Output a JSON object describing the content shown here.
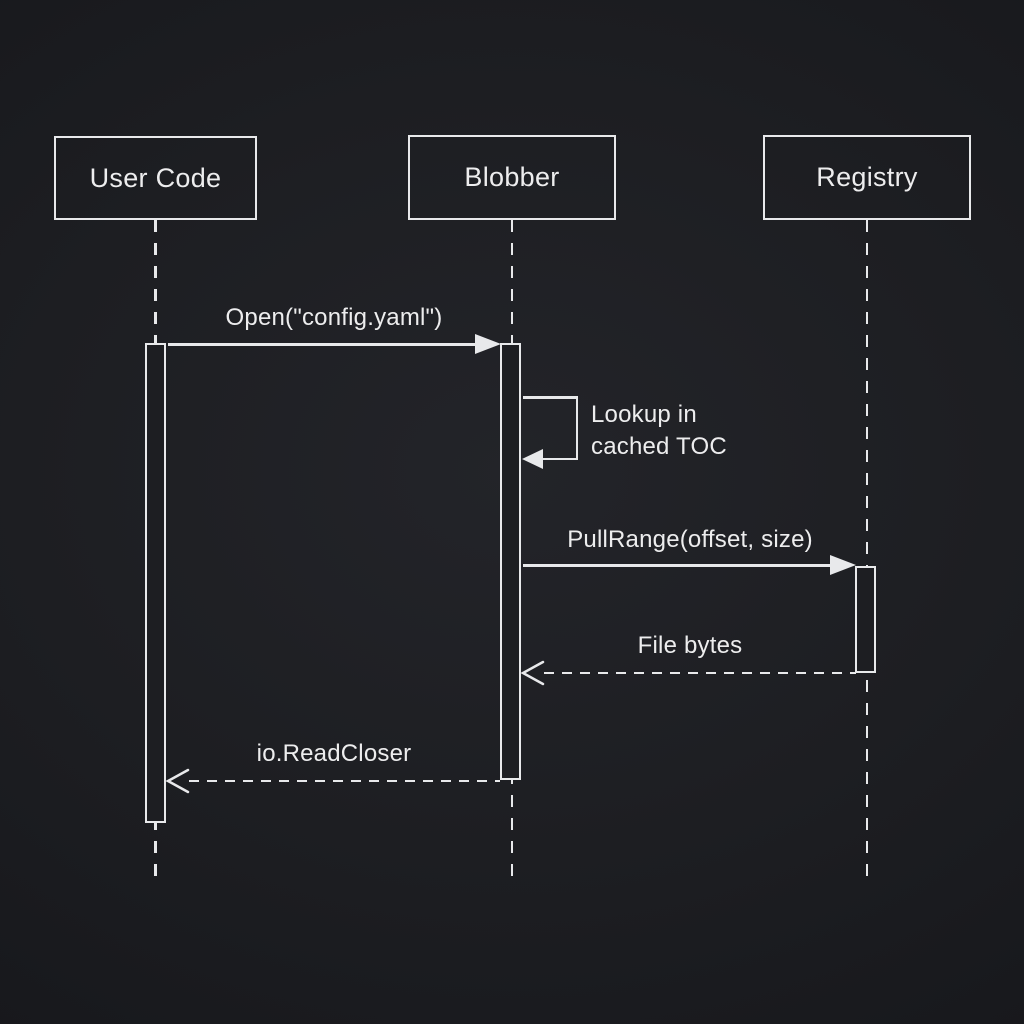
{
  "diagram": {
    "type": "sequence-diagram",
    "participants": [
      {
        "name": "User Code"
      },
      {
        "name": "Blobber"
      },
      {
        "name": "Registry"
      }
    ],
    "messages": [
      {
        "from": "User Code",
        "to": "Blobber",
        "label": "Open(\"config.yaml\")",
        "line": "solid",
        "arrowhead": "filled"
      },
      {
        "from": "Blobber",
        "to": "Blobber",
        "label": "Lookup in cached TOC",
        "label_lines": [
          "Lookup in",
          "cached TOC"
        ],
        "line": "solid",
        "arrowhead": "filled",
        "kind": "self"
      },
      {
        "from": "Blobber",
        "to": "Registry",
        "label": "PullRange(offset, size)",
        "line": "solid",
        "arrowhead": "filled"
      },
      {
        "from": "Registry",
        "to": "Blobber",
        "label": "File bytes",
        "line": "dashed",
        "arrowhead": "open"
      },
      {
        "from": "Blobber",
        "to": "User Code",
        "label": "io.ReadCloser",
        "line": "dashed",
        "arrowhead": "open"
      }
    ],
    "colors": {
      "background": "#1d1e22",
      "line": "#e8e9eb",
      "text": "#ededee"
    }
  }
}
